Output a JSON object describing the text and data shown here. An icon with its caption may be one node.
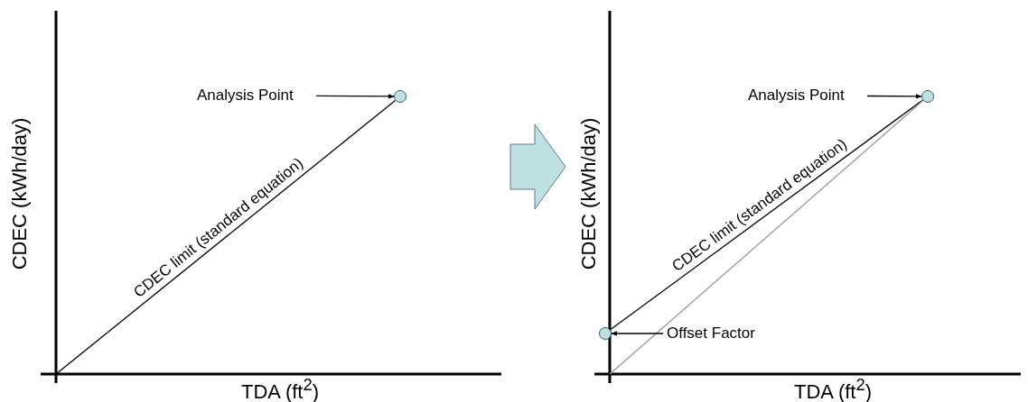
{
  "diagram": {
    "nodes": [
      {
        "text": [
          "Analysis Point"
        ]
      },
      {
        "text": [],
        "shape": "circle"
      },
      {
        "text": [
          "Analysis Point"
        ]
      },
      {
        "text": [],
        "shape": "circle"
      },
      {
        "text": [],
        "shape": "circle"
      },
      {
        "text": [
          "Offset Factor"
        ]
      }
    ],
    "edges": [
      {
        "from": 0,
        "to": 1,
        "arrow": "to"
      },
      {
        "from": null,
        "to": 1,
        "arrow": "none",
        "label": "CDEC limit (standard equation)"
      },
      {
        "from": 2,
        "to": 3,
        "arrow": "to"
      },
      {
        "from": 4,
        "to": 3,
        "arrow": "none",
        "label": "CDEC limit (standard equation)"
      },
      {
        "from": null,
        "to": 3,
        "arrow": "none",
        "color": "#999999"
      },
      {
        "from": 5,
        "to": 4,
        "arrow": "to"
      }
    ],
    "labels": [
      "CDEC (kWh/day)",
      "TDA (ft$^{2}$)",
      "CDEC (kWh/day)",
      "TDA (ft$^{2}$)"
    ]
  }
}
